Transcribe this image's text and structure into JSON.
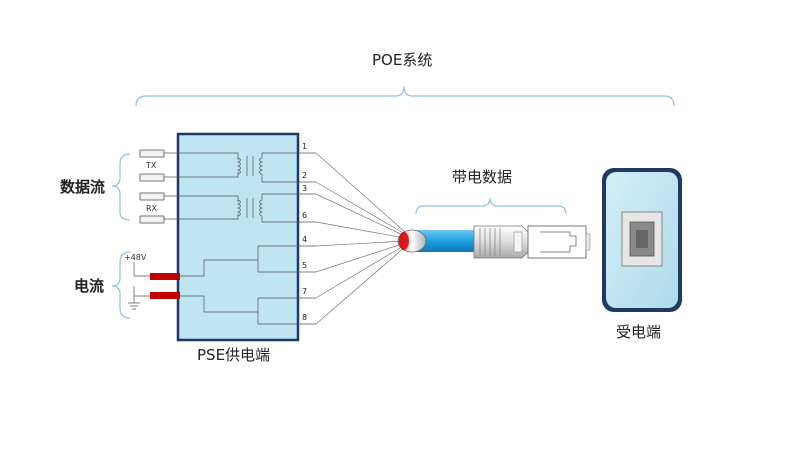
{
  "title": "POE系统",
  "left_labels": {
    "data": "数据流",
    "power": "电流"
  },
  "pse": {
    "label": "PSE供电端"
  },
  "pd": {
    "label": "受电端"
  },
  "cable": {
    "label": "带电数据"
  },
  "signals": {
    "tx": "TX",
    "rx": "RX",
    "voltage": "+48V"
  },
  "pins": [
    "1",
    "2",
    "3",
    "6",
    "4",
    "5",
    "7",
    "8"
  ],
  "colors": {
    "box_fill": "#bfe4f2",
    "box_border": "#1f3864",
    "bracket": "#8fc3dc",
    "cable_blue": "#1ea0e0",
    "red": "#c00000"
  }
}
